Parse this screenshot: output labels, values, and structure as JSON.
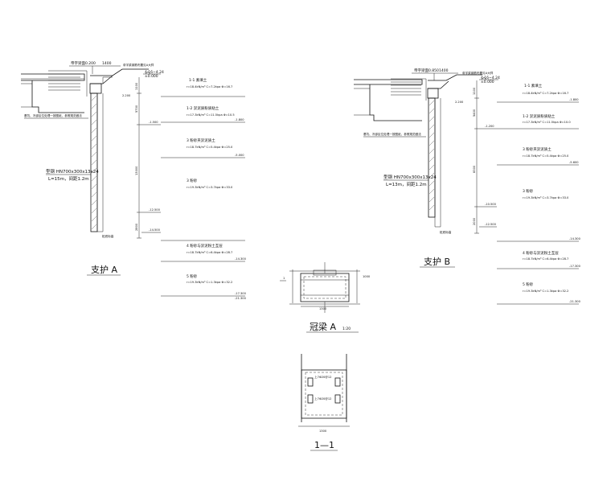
{
  "section_a": {
    "title": "支护 A",
    "top_note_1": "帝字梁面0.200",
    "top_note_2": "1400",
    "top_note_3": "帝字梁钢筋布置见A大样",
    "top_elev": "4.16~4.24",
    "top_elev_2": "±0.000",
    "left_note": "基坑、冷卻区位处理一按图纸、参照规范做法",
    "pile_note": "型钢 HN700x300x13x24",
    "pile_len": "L=15m，间距1.2m",
    "dims": [
      "1100",
      "5700",
      "13000",
      "2800"
    ],
    "levels": [
      "-1.500",
      "-12.500",
      "-14.500"
    ],
    "strata": [
      {
        "name": "1-1 素填土",
        "param": "r=18.4kN/m³ C=7.2kpa Φ=16.7",
        "elev": ""
      },
      {
        "name": "1-2 淤泥质粉质粘土",
        "param": "r=17.3kN/m³ C=11.5kpa Φ=10.5",
        "elev": "-1.800"
      },
      {
        "name": "3 粉砂夹淤泥质土",
        "param": "r=18.7kN/m³ C=5.4kpa Φ=25.0",
        "elev": "-5.000"
      },
      {
        "name": "3 粉砂",
        "param": "r=19.3kN/m³ C=3.7kpa Φ=33.0",
        "elev": ""
      },
      {
        "name": "4 粉砂与淤泥粉土互层",
        "param": "r=18.7kN/m³ C=6.4kpa Φ=28.7",
        "elev": "-14.300"
      },
      {
        "name": "5 粉砂",
        "param": "r=19.3kN/m³ C=1.3kpa Φ=32.2",
        "elev": "-17.300"
      }
    ],
    "bottom_elev": "-21.300"
  },
  "section_b": {
    "title": "支护 B",
    "top_note_1": "帝字梁面0.850",
    "top_note_2": "1400",
    "top_note_3": "帝字梁钢筋布置见A大样",
    "top_elev": "4.16~4.24",
    "top_elev_2": "±0.000",
    "left_note": "基坑、冷卻区位处理一按图纸、参照规范做法",
    "pile_note": "型钢 HN700x300x13x24",
    "pile_len": "L=13m，间距1.2m",
    "dims": [
      "1100",
      "5400",
      "8300",
      "2000"
    ],
    "levels": [
      "-1.200",
      "-10.500",
      "-12.500"
    ],
    "strata": [
      {
        "name": "1-1 素填土",
        "param": "r=18.4kN/m³ C=7.2kpa Φ=16.7",
        "elev": "-1.800"
      },
      {
        "name": "1-2 淤泥质粉质粘土",
        "param": "r=17.3kN/m³ C=11.5kpa Φ=10.0",
        "elev": ""
      },
      {
        "name": "3 粉砂夹淤泥质土",
        "param": "r=18.7kN/m³ C=5.4kpa Φ=25.0",
        "elev": "-5.600"
      },
      {
        "name": "3 粉砂",
        "param": "r=19.3kN/m³ C=3.7kpa Φ=33.0",
        "elev": "-14.300"
      },
      {
        "name": "4 粉砂与淤泥粉土互层",
        "param": "r=18.7kN/m³ C=6.4kpa Φ=28.7",
        "elev": "-17.300"
      },
      {
        "name": "5 粉砂",
        "param": "r=19.3kN/m³ C=1.3kpa Φ=32.2",
        "elev": "-21.300"
      }
    ]
  },
  "beam_detail": {
    "title": "冠梁 A",
    "scale": "1:20",
    "dim_w": "1300",
    "dim_h": "1000",
    "mark": "1"
  },
  "section_11": {
    "title": "1—1",
    "bar_top": "上7Φ20@12",
    "bar_bot": "上7Φ20@12",
    "dim_w": "1300"
  }
}
